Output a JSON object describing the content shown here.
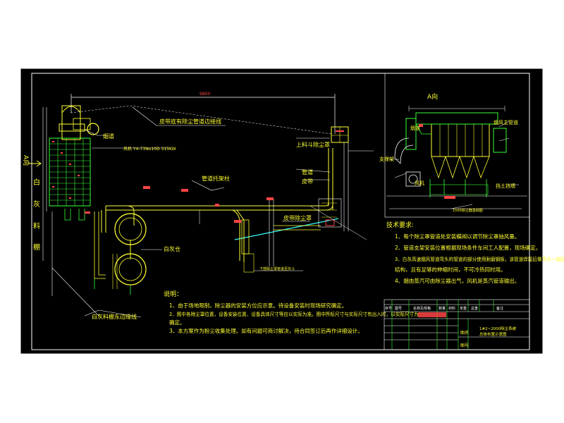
{
  "side_labels": {
    "a_arrow": "A向",
    "bai": "白",
    "hui": "灰",
    "liao": "料",
    "cang": "棚"
  },
  "top_dim": "9800",
  "callouts": {
    "route_line": "皮带底有除尘管道边接线",
    "yantong": "烟道",
    "duct_spec": "风机 Y4-73No10D 315KW",
    "shangliao": "上料斗除尘罩",
    "guandao": "管道",
    "pidai_left": "皮带",
    "guandao_zhijia": "管道托架柱",
    "pidai_fengkou": "皮带除尘罩",
    "baihui_cang": "白灰仓",
    "xiazhi": "下部除尘罩管道至灰斗",
    "boundary": "白灰料棚东边缘线"
  },
  "a_view": {
    "title": "A向",
    "yantong": "烟道",
    "zhuguan": "烟风主管道",
    "zhijia": "支撑架",
    "fengji": "风机",
    "dangfeng": "挡土挡墙",
    "base_note": "1500除尘器基础图"
  },
  "tech": {
    "title": "技术要求:",
    "items": [
      "1、每个除尘罩管道处安装蝶阀以调节除尘罩抽风量。",
      "2、管道支架安装位置根据现场条件车间工人配置，现场确定。",
      "3、白灰高速烟风管道弯头的管道的部分使用耐磨钢板，该管道焊接后做弯头一端固定的",
      "   结构，且有足够的伸缩时间，不可冷热同时用。",
      "4、烟由蒸汽可由除尘器出气，风机是蒸汽管道输出。"
    ]
  },
  "notes": {
    "title": "说明：",
    "items": [
      "1、由于场地限制，除尘器的安装方位应示意。待设备安装时现场研究确定。",
      "2、图中各除尘罩位置，设备安装位置、设备具体尺寸等应以实际为准。图中所标尺寸与实际尺寸有出入时，以实际尺寸为",
      "   确定。",
      "3、本方案作为粉尘收集处理。如有问题可商讨解决，待合同签订后再作详细设计。"
    ]
  },
  "title_block": {
    "header_cells": [
      "序号",
      "图号",
      "名称及规格",
      "数量",
      "材料",
      "单重",
      "总重",
      "备注"
    ],
    "drawing_title_line1": "1#2~2000除尘系统",
    "drawing_title_line2": "总体布置示意图",
    "label_tu_ming": "图名",
    "label_tu_hao": "图号"
  }
}
